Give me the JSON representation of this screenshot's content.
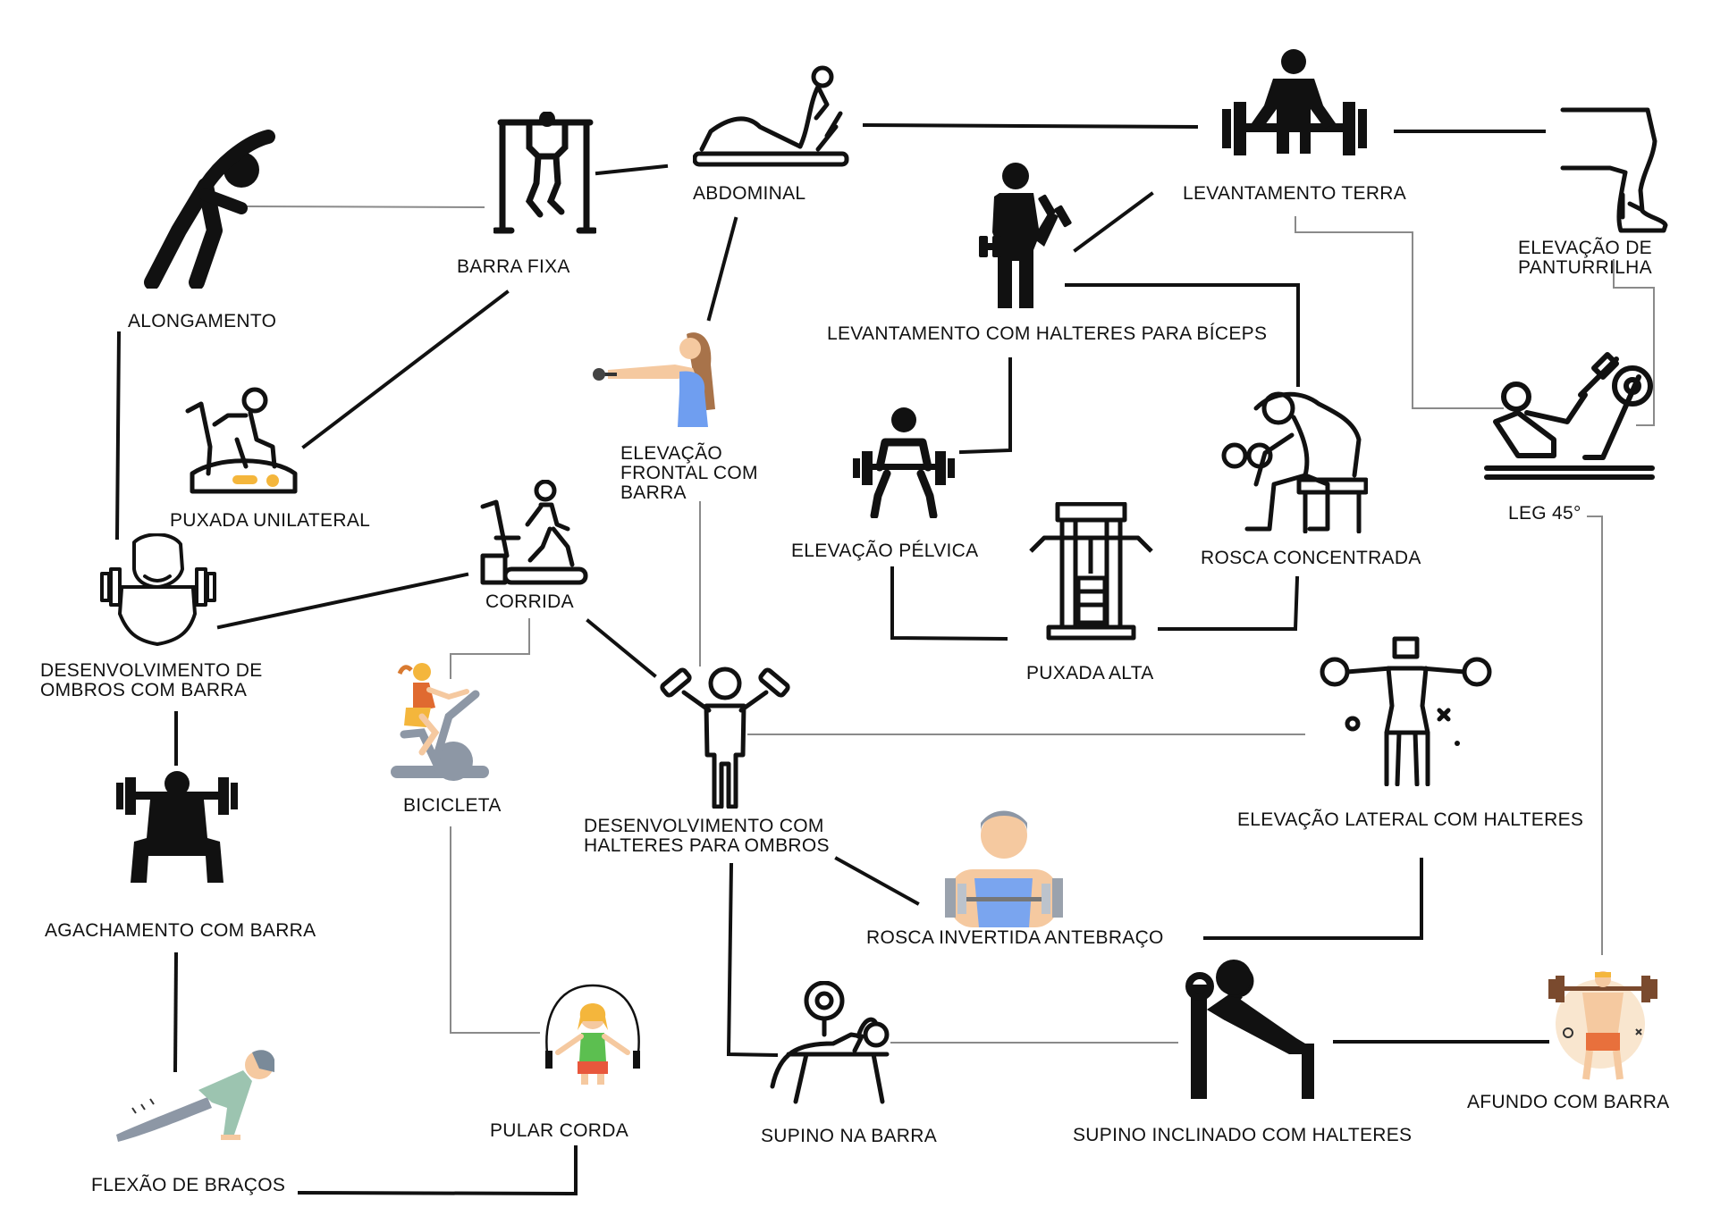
{
  "exercises": {
    "alongamento": {
      "label": "ALONGAMENTO",
      "icon": "stretching-icon"
    },
    "barra_fixa": {
      "label": "BARRA FIXA",
      "icon": "pull-up-bar-icon"
    },
    "abdominal": {
      "label": "ABDOMINAL",
      "icon": "sit-up-icon"
    },
    "levantamento_terra": {
      "label": "LEVANTAMENTO TERRA",
      "icon": "deadlift-icon"
    },
    "elevacao_panturrilha": {
      "label": "ELEVAÇÃO DE\nPANTURRILHA",
      "icon": "calf-raise-icon"
    },
    "levantamento_halteres_biceps": {
      "label": "LEVANTAMENTO COM HALTERES PARA BÍCEPS",
      "icon": "dumbbell-curl-icon"
    },
    "puxada_unilateral": {
      "label": "PUXADA UNILATERAL",
      "icon": "rowing-machine-icon"
    },
    "elevacao_frontal_barra": {
      "label": "ELEVAÇÃO\nFRONTAL COM\nBARRA",
      "icon": "front-raise-icon"
    },
    "elevacao_pelvica": {
      "label": "ELEVAÇÃO PÉLVICA",
      "icon": "barbell-lift-icon"
    },
    "rosca_concentrada": {
      "label": "ROSCA CONCENTRADA",
      "icon": "concentration-curl-icon"
    },
    "leg_45": {
      "label": "LEG 45°",
      "icon": "leg-press-icon"
    },
    "corrida": {
      "label": "CORRIDA",
      "icon": "treadmill-icon"
    },
    "desenvolvimento_ombros_barra": {
      "label": "DESENVOLVIMENTO DE\nOMBROS COM BARRA",
      "icon": "shoulder-press-barbell-icon"
    },
    "puxada_alta": {
      "label": "PUXADA ALTA",
      "icon": "lat-pulldown-machine-icon"
    },
    "bicicleta": {
      "label": "BICICLETA",
      "icon": "exercise-bike-icon"
    },
    "desenvolvimento_halteres_ombros": {
      "label": "DESENVOLVIMENTO COM\nHALTERES PARA OMBROS",
      "icon": "dumbbell-press-icon"
    },
    "elevacao_lateral_halteres": {
      "label": "ELEVAÇÃO LATERAL COM HALTERES",
      "icon": "lateral-raise-icon"
    },
    "agachamento_barra": {
      "label": "AGACHAMENTO COM BARRA",
      "icon": "squat-icon"
    },
    "rosca_invertida": {
      "label": "ROSCA INVERTIDA ANTEBRAÇO",
      "icon": "reverse-curl-icon"
    },
    "flexao_bracos": {
      "label": "FLEXÃO DE BRAÇOS",
      "icon": "push-up-icon"
    },
    "pular_corda": {
      "label": "PULAR CORDA",
      "icon": "jump-rope-icon"
    },
    "supino_barra": {
      "label": "SUPINO NA BARRA",
      "icon": "bench-press-icon"
    },
    "supino_inclinado": {
      "label": "SUPINO INCLINADO COM HALTERES",
      "icon": "incline-press-icon"
    },
    "afundo_barra": {
      "label": "AFUNDO COM BARRA",
      "icon": "lunge-barbell-icon"
    }
  },
  "colors": {
    "line": "#111111",
    "thin_line": "#8a8a8a",
    "skin": "#f5c9a0",
    "blue": "#5b8ee6",
    "yellow": "#f4b63c",
    "gray": "#8d97a5"
  }
}
